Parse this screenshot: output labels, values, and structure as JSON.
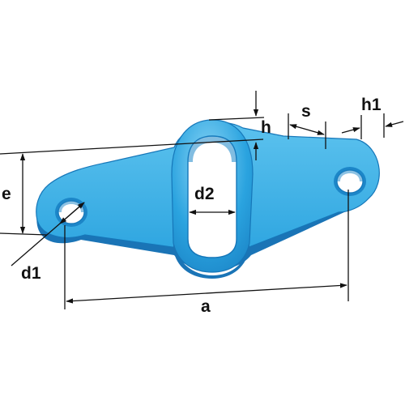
{
  "diagram": {
    "part_color": "#2aa3df",
    "part_shadow_color": "#1a74b6",
    "part_highlight_color": "#7fd0f5",
    "line_color": "#111111",
    "labels": {
      "a": "a",
      "e": "e",
      "d1": "d1",
      "d2": "d2",
      "h": "h",
      "h1": "h1",
      "s": "s"
    }
  }
}
